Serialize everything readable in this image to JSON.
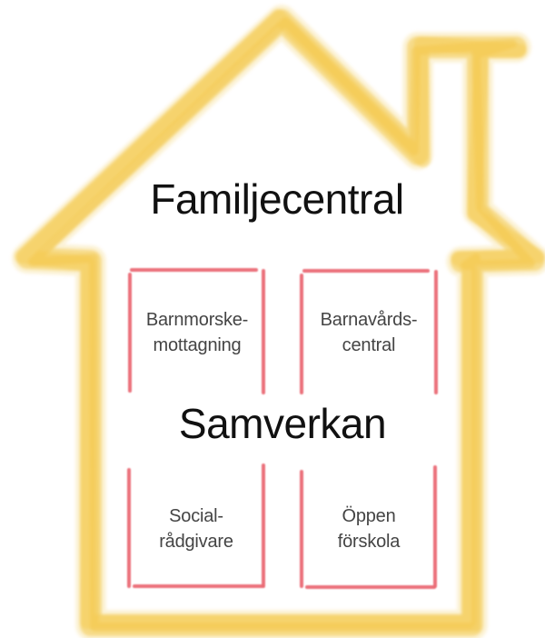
{
  "diagram": {
    "title": "Familjecentral",
    "center_label": "Samverkan",
    "units": [
      {
        "line1": "Barnmorske-",
        "line2": "mottagning"
      },
      {
        "line1": "Barnavårds-",
        "line2": "central"
      },
      {
        "line1": "Social-",
        "line2": "rådgivare"
      },
      {
        "line1": "Öppen",
        "line2": "förskola"
      }
    ],
    "colors": {
      "house_outline": "#f3c84a",
      "unit_outline": "#ea6a75",
      "title_text": "#111111",
      "unit_text": "#444444"
    }
  }
}
